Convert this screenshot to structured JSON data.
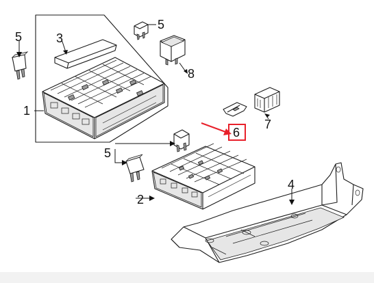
{
  "callouts": {
    "p1": "1",
    "p2": "2",
    "p3": "3",
    "p4": "4",
    "p5_top_left": "5",
    "p5_top_right": "5",
    "p5_middle": "5",
    "p6": "6",
    "p7": "7",
    "p8": "8"
  },
  "highlight": {
    "part": "6",
    "arrow_color": "#e8202a",
    "box_color": "#e8202a"
  },
  "background_color": "#f2f2f2"
}
